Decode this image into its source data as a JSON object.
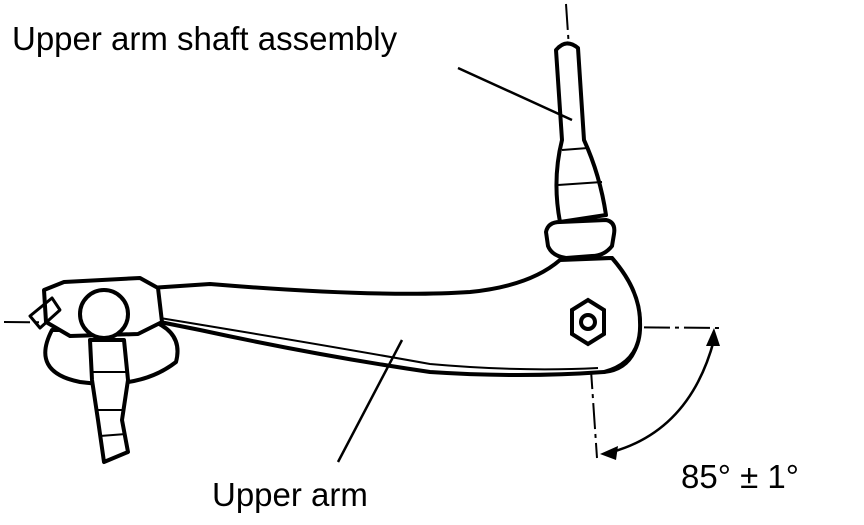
{
  "labels": {
    "shaft_assembly": "Upper arm shaft assembly",
    "upper_arm": "Upper arm",
    "angle": "85° ± 1°"
  },
  "colors": {
    "ink": "#000000",
    "background": "#ffffff"
  }
}
